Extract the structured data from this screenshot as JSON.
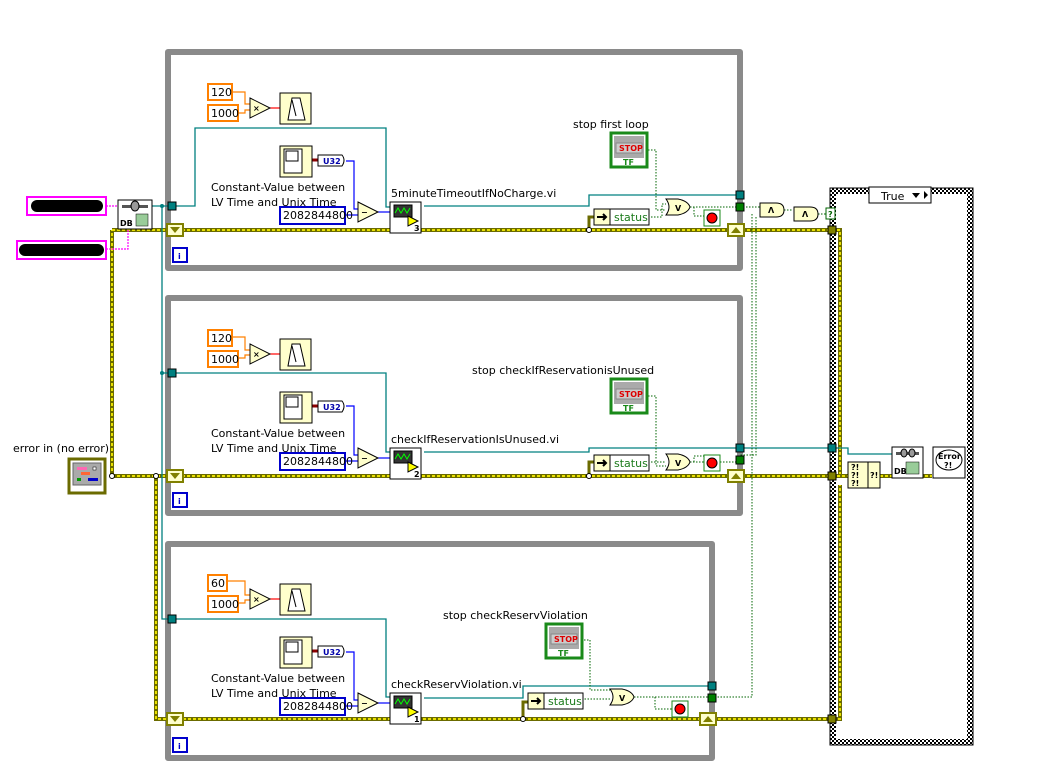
{
  "diagram": {
    "type": "LabVIEW block diagram",
    "inputs": {
      "error_in_label": "error in (no error)",
      "redacted_control_1": "",
      "redacted_control_2": ""
    },
    "db_open_label": "DB",
    "loops": [
      {
        "id": "loop1",
        "wait_const_a": "120",
        "wait_const_b": "1000",
        "multiply_symbol": "×",
        "u32_label": "U32",
        "comment_line1": "Constant-Value between",
        "comment_line2": "LV Time and Unix Time",
        "offset_constant": "2082844800",
        "subtract_symbol": "−",
        "subvi_name": "5minuteTimeoutIfNoCharge.vi",
        "subvi_index": "3",
        "stop_label": "stop first loop",
        "stop_button_text": "STOP",
        "stop_tf": "TF",
        "unbundle_field": "status",
        "or_symbol": "V",
        "iteration_label": "i"
      },
      {
        "id": "loop2",
        "wait_const_a": "120",
        "wait_const_b": "1000",
        "multiply_symbol": "×",
        "u32_label": "U32",
        "comment_line1": "Constant-Value between",
        "comment_line2": "LV Time and Unix Time",
        "offset_constant": "2082844800",
        "subtract_symbol": "−",
        "subvi_name": "checkIfReservationIsUnused.vi",
        "subvi_index": "2",
        "stop_label": "stop checkIfReservationisUnused",
        "stop_button_text": "STOP",
        "stop_tf": "TF",
        "unbundle_field": "status",
        "or_symbol": "V",
        "iteration_label": "i"
      },
      {
        "id": "loop3",
        "wait_const_a": "60",
        "wait_const_b": "1000",
        "multiply_symbol": "×",
        "u32_label": "U32",
        "comment_line1": "Constant-Value between",
        "comment_line2": "LV Time and Unix Time",
        "offset_constant": "2082844800",
        "subtract_symbol": "−",
        "subvi_name": "checkReservViolation.vi",
        "subvi_index": "1",
        "stop_label": "stop checkReservViolation",
        "stop_button_text": "STOP",
        "stop_tf": "TF",
        "unbundle_field": "status",
        "or_symbol": "V",
        "iteration_label": "i"
      }
    ],
    "and_gates": [
      "Λ",
      "Λ"
    ],
    "case_structure": {
      "selector_value": "True",
      "selector_terminal": "?",
      "merge_errors_text": "?!",
      "db_close_label": "DB",
      "error_handler_text_1": "Error",
      "error_handler_text_2": "?!"
    },
    "colors": {
      "loop_border": "#8a8a8a",
      "wire_error": "#e8e000",
      "wire_error_dark": "#6b6b00",
      "wire_ref": "#008080",
      "wire_bool": "#006400",
      "wire_number": "#0000ff",
      "wire_orange": "#ff8000",
      "wire_string": "#ff00ff",
      "prim_fill": "#ffffcc",
      "stop_red": "#ff0000"
    }
  }
}
